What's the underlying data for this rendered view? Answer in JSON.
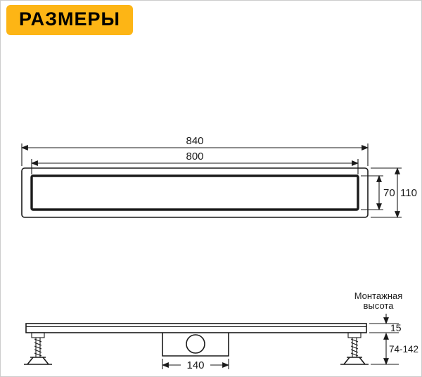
{
  "page": {
    "background": "#ffffff",
    "border_color": "#cccccc",
    "line_color": "#1a1a1a"
  },
  "header": {
    "badge_label": "РАЗМЕРЫ",
    "badge_bg": "#fdb515",
    "badge_text_color": "#000000"
  },
  "top_view": {
    "dim_outer_length": "840",
    "dim_drain_length": "800",
    "dim_inner_height": "70",
    "dim_outer_height": "110"
  },
  "section_view": {
    "mounting_height_label_line1": "Монтажная",
    "mounting_height_label_line2": "высота",
    "dim_grate_thickness": "15",
    "dim_mounting_height_range": "74-142",
    "dim_outlet_width": "140"
  }
}
